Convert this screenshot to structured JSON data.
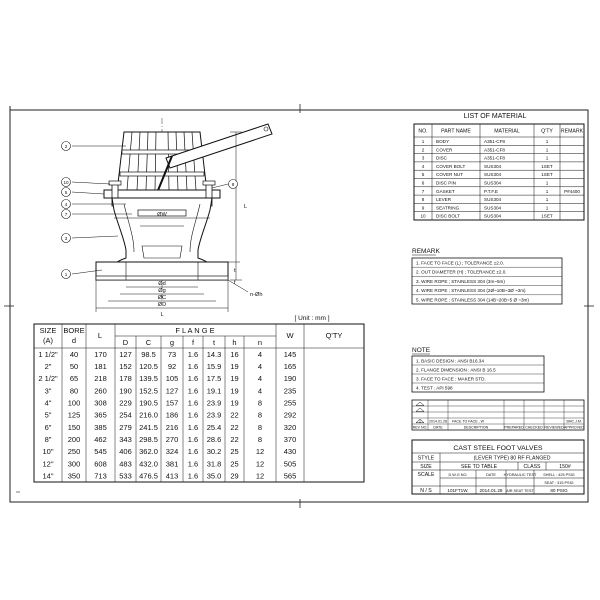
{
  "drawing": {
    "balloons": [
      "1",
      "2",
      "3",
      "4",
      "5",
      "6",
      "7",
      "8",
      "9",
      "10"
    ],
    "dims": {
      "w": "ØW",
      "d": "Ød",
      "g": "Øg",
      "c": "ØC",
      "D": "ØD",
      "n_h": "n-Øh",
      "L": "L",
      "f": "f",
      "t": "t"
    }
  },
  "material_list": {
    "title": "LIST   OF   MATERIAL",
    "headers": [
      "NO.",
      "PART NAME",
      "MATERIAL",
      "Q'TY",
      "REMARK"
    ],
    "rows": [
      [
        "1",
        "BODY",
        "A351-CF8",
        "1",
        ""
      ],
      [
        "2",
        "COVER",
        "A351-CF8",
        "1",
        ""
      ],
      [
        "3",
        "DISC",
        "A351-CF8",
        "1",
        ""
      ],
      [
        "4",
        "COVER BOLT",
        "SUS304",
        "1SET",
        ""
      ],
      [
        "5",
        "COVER NUT",
        "SUS304",
        "1SET",
        ""
      ],
      [
        "6",
        "DISC PIN",
        "SUS304",
        "1",
        ""
      ],
      [
        "7",
        "GASKET",
        "P.T.F.E",
        "1",
        "P#4400"
      ],
      [
        "8",
        "LEVER",
        "SUS304",
        "1",
        ""
      ],
      [
        "9",
        "SEATRING",
        "SUS304",
        "1",
        ""
      ],
      [
        "10",
        "DISC BOLT",
        "SUS304",
        "1SET",
        ""
      ]
    ]
  },
  "remark": {
    "title": "REMARK",
    "items": [
      "1. FACE TO FACE (L) ; TOLERANCE ±2.0.",
      "2. OUT DIAMETER (H) ; TOLERANCE ±2.0.",
      "3. WIRE ROPE ; STAINLESS 304 (3m~5m)",
      "4. WIRE ROPE ; STAINLESS 304 (2Ø~10B~3Ø ~3m)",
      "5. WIRE ROPE ; STAINLESS 304 (14B~20B~5 Ø ~3m)"
    ]
  },
  "note": {
    "title": "NOTE",
    "items": [
      "1. BASIC DESIGN : ANSI B16.34",
      "2. FLANGE DIMENSION : ANSI B 16.5",
      "3. FACE TO FACE : MAKER STD.",
      "4. TEST : API 598"
    ]
  },
  "revision": {
    "row": [
      "1",
      "2014.01.28",
      "FACE TO FACE , W",
      "",
      "",
      "",
      "SMC.J.M."
    ],
    "headers": [
      "REV NO.",
      "DATE",
      "DESCRIPTION",
      "PREPARED",
      "CHECKED",
      "REVIEWED",
      "APPROVED"
    ]
  },
  "title_block": {
    "title": "CAST   STEEL FOOT VALVES",
    "style_label": "STYLE",
    "style_value": "(LEVER TYPE) 80 RF FLANGED",
    "size_label": "SIZE",
    "size_value": "SEE TO TABLE",
    "class_label": "CLASS",
    "class_value": "150#",
    "scale_label": "SCALE",
    "dwg_label": "D.W.G  NO.",
    "date_label": "DATE",
    "hydraulic_label": "HYDRAULIC TEST",
    "shell_label": "SHELL  :  425  PSIG",
    "seat_label": "SEAT  :  315  PSIG",
    "ns_label": "N / S",
    "dwg_value": "101FT1W.",
    "date_value": "2014.01.28",
    "air_label": "AIR SEAT TEST",
    "air_value": "80  PSIG"
  },
  "dimension_table": {
    "unit": "[ Unit : mm ]",
    "headers": {
      "size": "SIZE",
      "size_sub": "(A)",
      "bore": "BORE",
      "bore_sub": "d",
      "L": "L",
      "flange": "F L A N G E",
      "flange_cols": [
        "D",
        "C",
        "g",
        "f",
        "t",
        "h",
        "n"
      ],
      "W": "W",
      "qty": "Q'TY"
    },
    "rows": [
      [
        "1  1/2\"",
        "40",
        "170",
        "127",
        "98.5",
        "73",
        "1.6",
        "14.3",
        "16",
        "4",
        "145"
      ],
      [
        "2\"",
        "50",
        "181",
        "152",
        "120.5",
        "92",
        "1.6",
        "15.9",
        "19",
        "4",
        "165"
      ],
      [
        "2  1/2\"",
        "65",
        "218",
        "178",
        "139.5",
        "105",
        "1.6",
        "17.5",
        "19",
        "4",
        "190"
      ],
      [
        "3\"",
        "80",
        "260",
        "190",
        "152.5",
        "127",
        "1.6",
        "19.1",
        "19",
        "4",
        "235"
      ],
      [
        "4\"",
        "100",
        "308",
        "229",
        "190.5",
        "157",
        "1.6",
        "23.9",
        "19",
        "8",
        "255"
      ],
      [
        "5\"",
        "125",
        "365",
        "254",
        "216.0",
        "186",
        "1.6",
        "23.9",
        "22",
        "8",
        "292"
      ],
      [
        "6\"",
        "150",
        "385",
        "279",
        "241.5",
        "216",
        "1.6",
        "25.4",
        "22",
        "8",
        "320"
      ],
      [
        "8\"",
        "200",
        "462",
        "343",
        "298.5",
        "270",
        "1.6",
        "28.6",
        "22",
        "8",
        "370"
      ],
      [
        "10\"",
        "250",
        "545",
        "406",
        "362.0",
        "324",
        "1.6",
        "30.2",
        "25",
        "12",
        "430"
      ],
      [
        "12\"",
        "300",
        "608",
        "483",
        "432.0",
        "381",
        "1.6",
        "31.8",
        "25",
        "12",
        "505"
      ],
      [
        "14\"",
        "350",
        "713",
        "533",
        "476.5",
        "413",
        "1.6",
        "35.0",
        "29",
        "12",
        "565"
      ]
    ]
  }
}
